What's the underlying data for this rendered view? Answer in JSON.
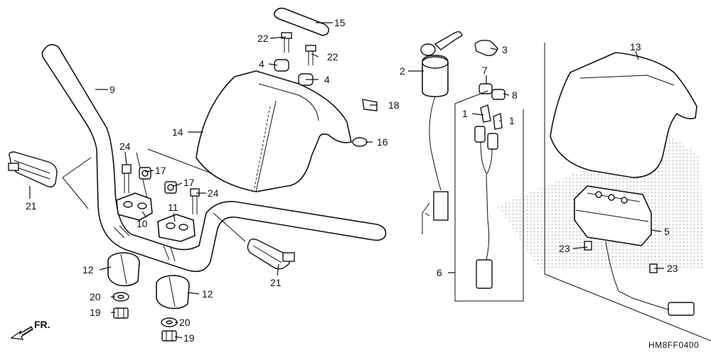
{
  "diagram": {
    "code": "HM8FF0400",
    "direction_label": "FR.",
    "callouts": {
      "c1a": "1",
      "c1b": "1",
      "c2": "2",
      "c3": "3",
      "c4a": "4",
      "c4b": "4",
      "c5": "5",
      "c6": "6",
      "c7": "7",
      "c8": "8",
      "c9": "9",
      "c10": "10",
      "c11": "11",
      "c12a": "12",
      "c12b": "12",
      "c13": "13",
      "c14": "14",
      "c15": "15",
      "c16": "16",
      "c17a": "17",
      "c17b": "17",
      "c18": "18",
      "c19a": "19",
      "c19b": "19",
      "c20a": "20",
      "c20b": "20",
      "c21a": "21",
      "c21b": "21",
      "c22a": "22",
      "c22b": "22",
      "c23a": "23",
      "c23b": "23",
      "c24a": "24",
      "c24b": "24"
    }
  }
}
